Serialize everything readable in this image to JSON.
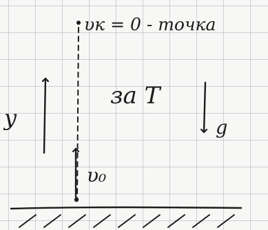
{
  "diagram": {
    "top_label": "υк = 0 - точка",
    "during_label": "за T",
    "y_axis_label": "y",
    "gravity_label": "g",
    "initial_velocity_label": "υ₀"
  },
  "colors": {
    "ink": "#1b1b1b",
    "paper": "#f7f7f5",
    "grid": "#96a0af"
  }
}
